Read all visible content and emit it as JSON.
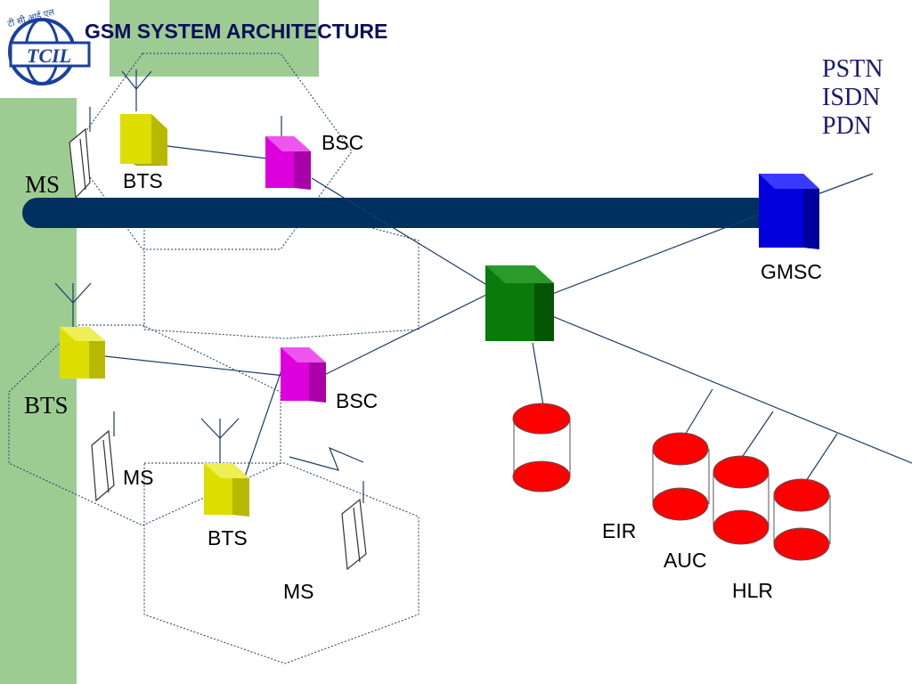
{
  "title": "GSM SYSTEM ARCHITECTURE",
  "logo": {
    "text": "TCIL",
    "devanagari": "टी सी आई एल"
  },
  "networks": [
    "PSTN",
    "ISDN",
    "PDN"
  ],
  "labels": {
    "bsc_top": "BSC",
    "bts_top": "BTS",
    "ms_left": "MS",
    "gmsc": "GMSC",
    "bts_left": "BTS",
    "bsc_bottom": "BSC",
    "ms_mid": "MS",
    "bts_bottom": "BTS",
    "ms_bottom": "MS",
    "eir": "EIR",
    "auc": "AUC",
    "hlr": "HLR"
  },
  "colors": {
    "bts": "#d8d800",
    "bsc": "#cc00cc",
    "msc": "#0a6a0a",
    "gmsc": "#0000cc",
    "database": "#ff0000",
    "backbone": "#00305f",
    "sidebar": "#9dcc93",
    "line": "#1a3a6a"
  }
}
